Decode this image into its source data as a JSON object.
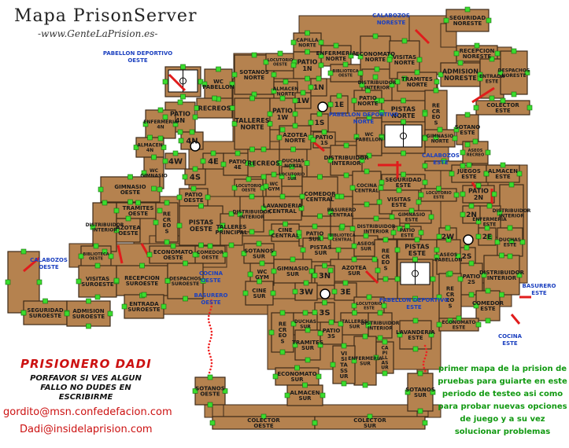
{
  "title": "Mapa PrisonServer",
  "subtitle": "-www.GenteLaPrision.es-",
  "author": "PRISIONERO DADI",
  "help_text": "PORFAVOR SI VES ALGUN FALLO NO DUDES EN ESCRIBIRME",
  "emails": [
    "gordito@msn.confedefacion.com",
    "Dadi@insidelaprision.com"
  ],
  "note": "primer mapa de la prision de pruebas para guiarte en este periodo de testeo asi como para probar nuevas opciones de juego y a su vez solucionar problemas",
  "colors": {
    "room": "#b5824f",
    "border": "#3d2a18",
    "node": "#3bdc2e",
    "wall": "#e01c1c",
    "external": "#1a3fbf",
    "dot": "#ee2222"
  },
  "rooms": [
    {
      "id": "pabellon-deportivo-oeste",
      "label": "",
      "external": "PABELLON DEPORTIVO OESTE"
    },
    {
      "id": "wc-pabellon",
      "label": "WC PABELLON"
    },
    {
      "id": "sotanos-norte",
      "label": "SOTANOS NORTE"
    },
    {
      "id": "locutorio-oeste",
      "label": "LOCUTORIO OESTE"
    },
    {
      "id": "capilla-norte",
      "label": "CAPILLA NORTE"
    },
    {
      "id": "enfermeria-norte",
      "label": "ENFERMERIA NORTE"
    },
    {
      "id": "economato-norte",
      "label": "ECONOMATO NORTE"
    },
    {
      "id": "patio-1n",
      "label": "PATIO 1N"
    },
    {
      "id": "biblioteca-oeste",
      "label": "BIBLIOTECA OESTE"
    },
    {
      "id": "almacen-norte",
      "label": "ALMACEN NORTE"
    },
    {
      "id": "distribuidor-interior",
      "label": "DISTRIBUIDOR INTERIOR"
    },
    {
      "id": "visitas-norte",
      "label": "VISITAS NORTE"
    },
    {
      "id": "tramites-norte",
      "label": "TRAMITES NORTE"
    },
    {
      "id": "seguridad-noreste",
      "label": "SEGURIDAD NORESTE"
    },
    {
      "id": "recepcion-noreste",
      "label": "RECEPCION NORESTE"
    },
    {
      "id": "admision-noreste",
      "label": "ADMISION NORESTE"
    },
    {
      "id": "entrada-este",
      "label": "ENTRADA ESTE"
    },
    {
      "id": "despachos-noreste",
      "label": "DESPACHOS NORESTE"
    },
    {
      "id": "collector-este",
      "label": "COLECTOR ESTE"
    },
    {
      "id": "patio-4n",
      "label": "PATIO 4N"
    },
    {
      "id": "recreos-nw",
      "label": "RECREOS"
    },
    {
      "id": "talleres-norte",
      "label": "TALLERES NORTE"
    },
    {
      "id": "patio-1w",
      "label": "PATIO 1W"
    },
    {
      "id": "1w",
      "label": "1W"
    },
    {
      "id": "1n",
      "label": "1N"
    },
    {
      "id": "1e",
      "label": "1E"
    },
    {
      "id": "1s",
      "label": "1S"
    },
    {
      "id": "patio-norte",
      "label": "PATIO NORTE"
    },
    {
      "id": "pistas-norte",
      "label": "PISTAS NORTE"
    },
    {
      "id": "recreos-ne",
      "label": "RECREOS"
    },
    {
      "id": "enfermeria-4n",
      "label": "ENFERMERIA 4N"
    },
    {
      "id": "almacen-4n",
      "label": "ALMACEN 4N"
    },
    {
      "id": "4n",
      "label": "4N"
    },
    {
      "id": "4w",
      "label": "4W"
    },
    {
      "id": "4e",
      "label": "4E"
    },
    {
      "id": "4s",
      "label": "4S"
    },
    {
      "id": "wc-gimnasio",
      "label": "WC GIMNASIO"
    },
    {
      "id": "patio-4e",
      "label": "PATIO 4E"
    },
    {
      "id": "recreos-4",
      "label": "RECREOS"
    },
    {
      "id": "azotea-norte",
      "label": "AZOTEA NORTE"
    },
    {
      "id": "patio-1s",
      "label": "PATIO 1S"
    },
    {
      "id": "duchas-norte",
      "label": "DUCHAS NORTE"
    },
    {
      "id": "distribuidor-interior-n",
      "label": "DISTRIBUIDOR INTERIOR"
    },
    {
      "id": "wc-pabellon-n",
      "label": "WC PABELLON"
    },
    {
      "id": "pabellon-deportivo-norte",
      "label": "",
      "external": "PABELLON DEPORTIVO NORTE"
    },
    {
      "id": "gimnasio-norte",
      "label": "GIMNASIO NORTE"
    },
    {
      "id": "sotano-este",
      "label": "SOTANO ESTE"
    },
    {
      "id": "aseos-recreo",
      "label": "ASEOS RECREO"
    },
    {
      "id": "calabozos-este",
      "label": "",
      "external": "CALABOZOS ESTE"
    },
    {
      "id": "juegos-este",
      "label": "JUEGOS ESTE"
    },
    {
      "id": "almacen-este",
      "label": "ALMACEN ESTE"
    },
    {
      "id": "gimnasio-oeste",
      "label": "GIMNASIO OESTE"
    },
    {
      "id": "patio-oeste",
      "label": "PATIO OESTE"
    },
    {
      "id": "locutorio-4s",
      "label": "LOCUTORIO OESTE"
    },
    {
      "id": "wc-gym",
      "label": "WC GYM"
    },
    {
      "id": "locutorio-sur",
      "label": "LOCUTORIO SUR"
    },
    {
      "id": "comedor-central",
      "label": "COMEDOR CENTRAL"
    },
    {
      "id": "cocina-central",
      "label": "COCINA CENTRAL"
    },
    {
      "id": "seguridad-este",
      "label": "SEGURIDAD ESTE"
    },
    {
      "id": "locutorio-este",
      "label": "LOCUTORIO ESTE"
    },
    {
      "id": "patio-2n",
      "label": "PATIO 2N"
    },
    {
      "id": "distribuidor-interior-e",
      "label": "DISTRIBUIDOR INTERIOR"
    },
    {
      "id": "tramites-oeste",
      "label": "TRAMITES OESTE"
    },
    {
      "id": "distribuidor-interior-w",
      "label": "DISTRIBUIDOR INTERIOR"
    },
    {
      "id": "azotea-oeste",
      "label": "AZOTEA OESTE"
    },
    {
      "id": "recreos-w",
      "label": "RECREOS"
    },
    {
      "id": "pistas-oeste",
      "label": "PISTAS OESTE"
    },
    {
      "id": "talleres-principal",
      "label": "TALLERES PRINCIPAL"
    },
    {
      "id": "distribuidor-w2",
      "label": "DISTRIBUIDOR INTERIOR"
    },
    {
      "id": "lavanderia-central",
      "label": "LAVANDERIA CENTRAL"
    },
    {
      "id": "basurero-central",
      "label": "BASURERO CENTRAL"
    },
    {
      "id": "visitas-este",
      "label": "VISITAS ESTE"
    },
    {
      "id": "gimnasio-este",
      "label": "GIMNASIO ESTE"
    },
    {
      "id": "distribuidor-interior-c",
      "label": "DISTRIBUIDOR INTERIOR"
    },
    {
      "id": "patio-sur",
      "label": "PATIO SUR"
    },
    {
      "id": "cine-central",
      "label": "CINE CENTRAL"
    },
    {
      "id": "patio-este",
      "label": "PATIO ESTE"
    },
    {
      "id": "enfermeria-este",
      "label": "ENFERMERIA ESTE"
    },
    {
      "id": "2n",
      "label": "2N"
    },
    {
      "id": "2w",
      "label": "2W"
    },
    {
      "id": "2e",
      "label": "2E"
    },
    {
      "id": "2s",
      "label": "2S"
    },
    {
      "id": "duchas-este",
      "label": "DUCHAS ESTE"
    },
    {
      "id": "calabozos-oeste",
      "label": "",
      "external": "CALABOZOS OESTE"
    },
    {
      "id": "biblioteca-suroeste",
      "label": "BIBLIOTECA OESTE"
    },
    {
      "id": "economato-oeste",
      "label": "ECONOMATO OESTE"
    },
    {
      "id": "comedor-oeste",
      "label": "COMEDOR OESTE"
    },
    {
      "id": "sotanos-sur",
      "label": "SOTANOS SUR"
    },
    {
      "id": "pistas-sur",
      "label": "PISTAS SUR"
    },
    {
      "id": "biblioteca-central",
      "label": "BIBLIOTECA CENTRAL"
    },
    {
      "id": "aseos-sur",
      "label": "ASEOS SUR"
    },
    {
      "id": "recreos-s",
      "label": "RECREOS"
    },
    {
      "id": "pistas-este",
      "label": "PISTAS ESTE"
    },
    {
      "id": "aseos-pabellon",
      "label": "ASEOS PABELLON"
    },
    {
      "id": "visitas-suroeste",
      "label": "VISITAS SUROESTE"
    },
    {
      "id": "recepcion-suroeste",
      "label": "RECEPCION SUROESTE"
    },
    {
      "id": "despachos-suroeste",
      "label": "DESPACHOS SUROESTE"
    },
    {
      "id": "wc-gym-s",
      "label": "WC GYM"
    },
    {
      "id": "gimnasio-sur",
      "label": "GIMNASIO SUR"
    },
    {
      "id": "azotea-sur",
      "label": "AZOTEA SUR"
    },
    {
      "id": "patio-2s",
      "label": "PATIO 2S"
    },
    {
      "id": "distribuidor-interior-se",
      "label": "DISTRIBUIDOR INTERIOR"
    },
    {
      "id": "cine-sur",
      "label": "CINE SUR"
    },
    {
      "id": "3n",
      "label": "3N"
    },
    {
      "id": "3w",
      "label": "3W"
    },
    {
      "id": "3e",
      "label": "3E"
    },
    {
      "id": "3s",
      "label": "3S"
    },
    {
      "id": "locutorio-este-s",
      "label": "LOCUTORIO ESTE"
    },
    {
      "id": "recreos-se",
      "label": "RECREOS"
    },
    {
      "id": "comedor-este",
      "label": "COMEDOR ESTE"
    },
    {
      "id": "pabellon-deportivo-este",
      "label": "",
      "external": "PABELLON DEPORTIVO ESTE"
    },
    {
      "id": "seguridad-suroeste",
      "label": "SEGURIDAD SUROESTE"
    },
    {
      "id": "admision-suroeste",
      "label": "ADMISION SUROESTE"
    },
    {
      "id": "entrada-suroeste",
      "label": "ENTRADA SUROESTE"
    },
    {
      "id": "recreos-sw",
      "label": "RECREOS"
    },
    {
      "id": "duchas-sur",
      "label": "DUCHAS SUR"
    },
    {
      "id": "talleres-sur",
      "label": "TALLERES SUR"
    },
    {
      "id": "distribuidor-sur",
      "label": "DISTRIBUIDOR INTERIOR"
    },
    {
      "id": "economato-este",
      "label": "ECONOMATO ESTE"
    },
    {
      "id": "tramites-sur",
      "label": "TRAMITES SUR"
    },
    {
      "id": "patio-3s",
      "label": "PATIO 3S"
    },
    {
      "id": "enfermeria-sur",
      "label": "ENFERMERIA SUR"
    },
    {
      "id": "capilla-sur",
      "label": "CAPILLA SUR"
    },
    {
      "id": "lavanderia-este",
      "label": "LAVANDERIA ESTE"
    },
    {
      "id": "visitas-sur",
      "label": "VISITAS SUR"
    },
    {
      "id": "economato-sur",
      "label": "ECONOMATO SUR"
    },
    {
      "id": "almacen-sur",
      "label": "ALMACEN SUR"
    },
    {
      "id": "sotanos-oeste",
      "label": "SOTANOS OESTE"
    },
    {
      "id": "sotanos-sur-2",
      "label": "SOTANOS SUR"
    },
    {
      "id": "colector-oeste",
      "label": "COLECTOR OESTE"
    },
    {
      "id": "colector-sur",
      "label": "COLECTOR SUR"
    }
  ],
  "external_labels": [
    {
      "id": "calabozos-noreste",
      "text": "CALABOZOS NORESTE"
    },
    {
      "id": "cocina-oeste",
      "text": "COCINA OESTE"
    },
    {
      "id": "basurero-oeste",
      "text": "BASURERO OESTE"
    },
    {
      "id": "basurero-este",
      "text": "BASURERO ESTE"
    },
    {
      "id": "cocina-este",
      "text": "COCINA ESTE"
    }
  ]
}
